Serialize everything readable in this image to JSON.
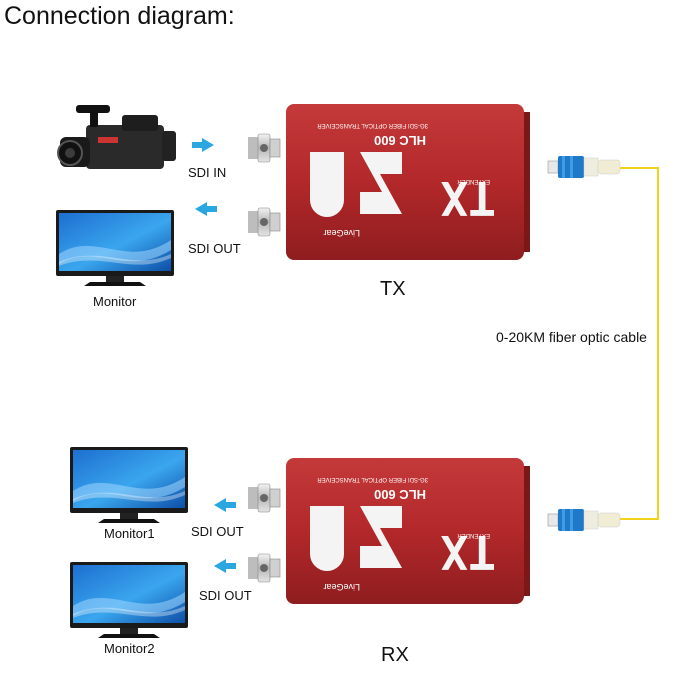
{
  "title": "Connection diagram:",
  "tx": {
    "label": "TX",
    "in_label": "SDI  IN",
    "out_label": "SDI  OUT",
    "monitor_label": "Monitor",
    "device": {
      "model": "HLC 600",
      "subtitle": "3G-SDI FIBER OPTICAL TRANSCEIVER",
      "brand": "LiveGear",
      "mode": "TX",
      "mode_sub": "EXTENDER"
    }
  },
  "rx": {
    "label": "RX",
    "out1_label": "SDI  OUT",
    "out2_label": "SDI  OUT",
    "monitor1_label": "Monitor1",
    "monitor2_label": "Monitor2",
    "device": {
      "model": "HLC 600",
      "subtitle": "3G-SDI FIBER OPTICAL TRANSCEIVER",
      "brand": "LiveGear",
      "mode": "TX",
      "mode_sub": "EXTENDER"
    }
  },
  "cable_label": "0-20KM fiber optic cable",
  "colors": {
    "device_red": "#b3282a",
    "arrow_blue": "#2aa7e0",
    "cable_yellow": "#f0d21a",
    "connector_blue": "#1f78c8"
  },
  "icons": [
    "camcorder-icon",
    "monitor-icon",
    "bnc-connector-icon",
    "fiber-connector-icon",
    "arrow-icon"
  ]
}
